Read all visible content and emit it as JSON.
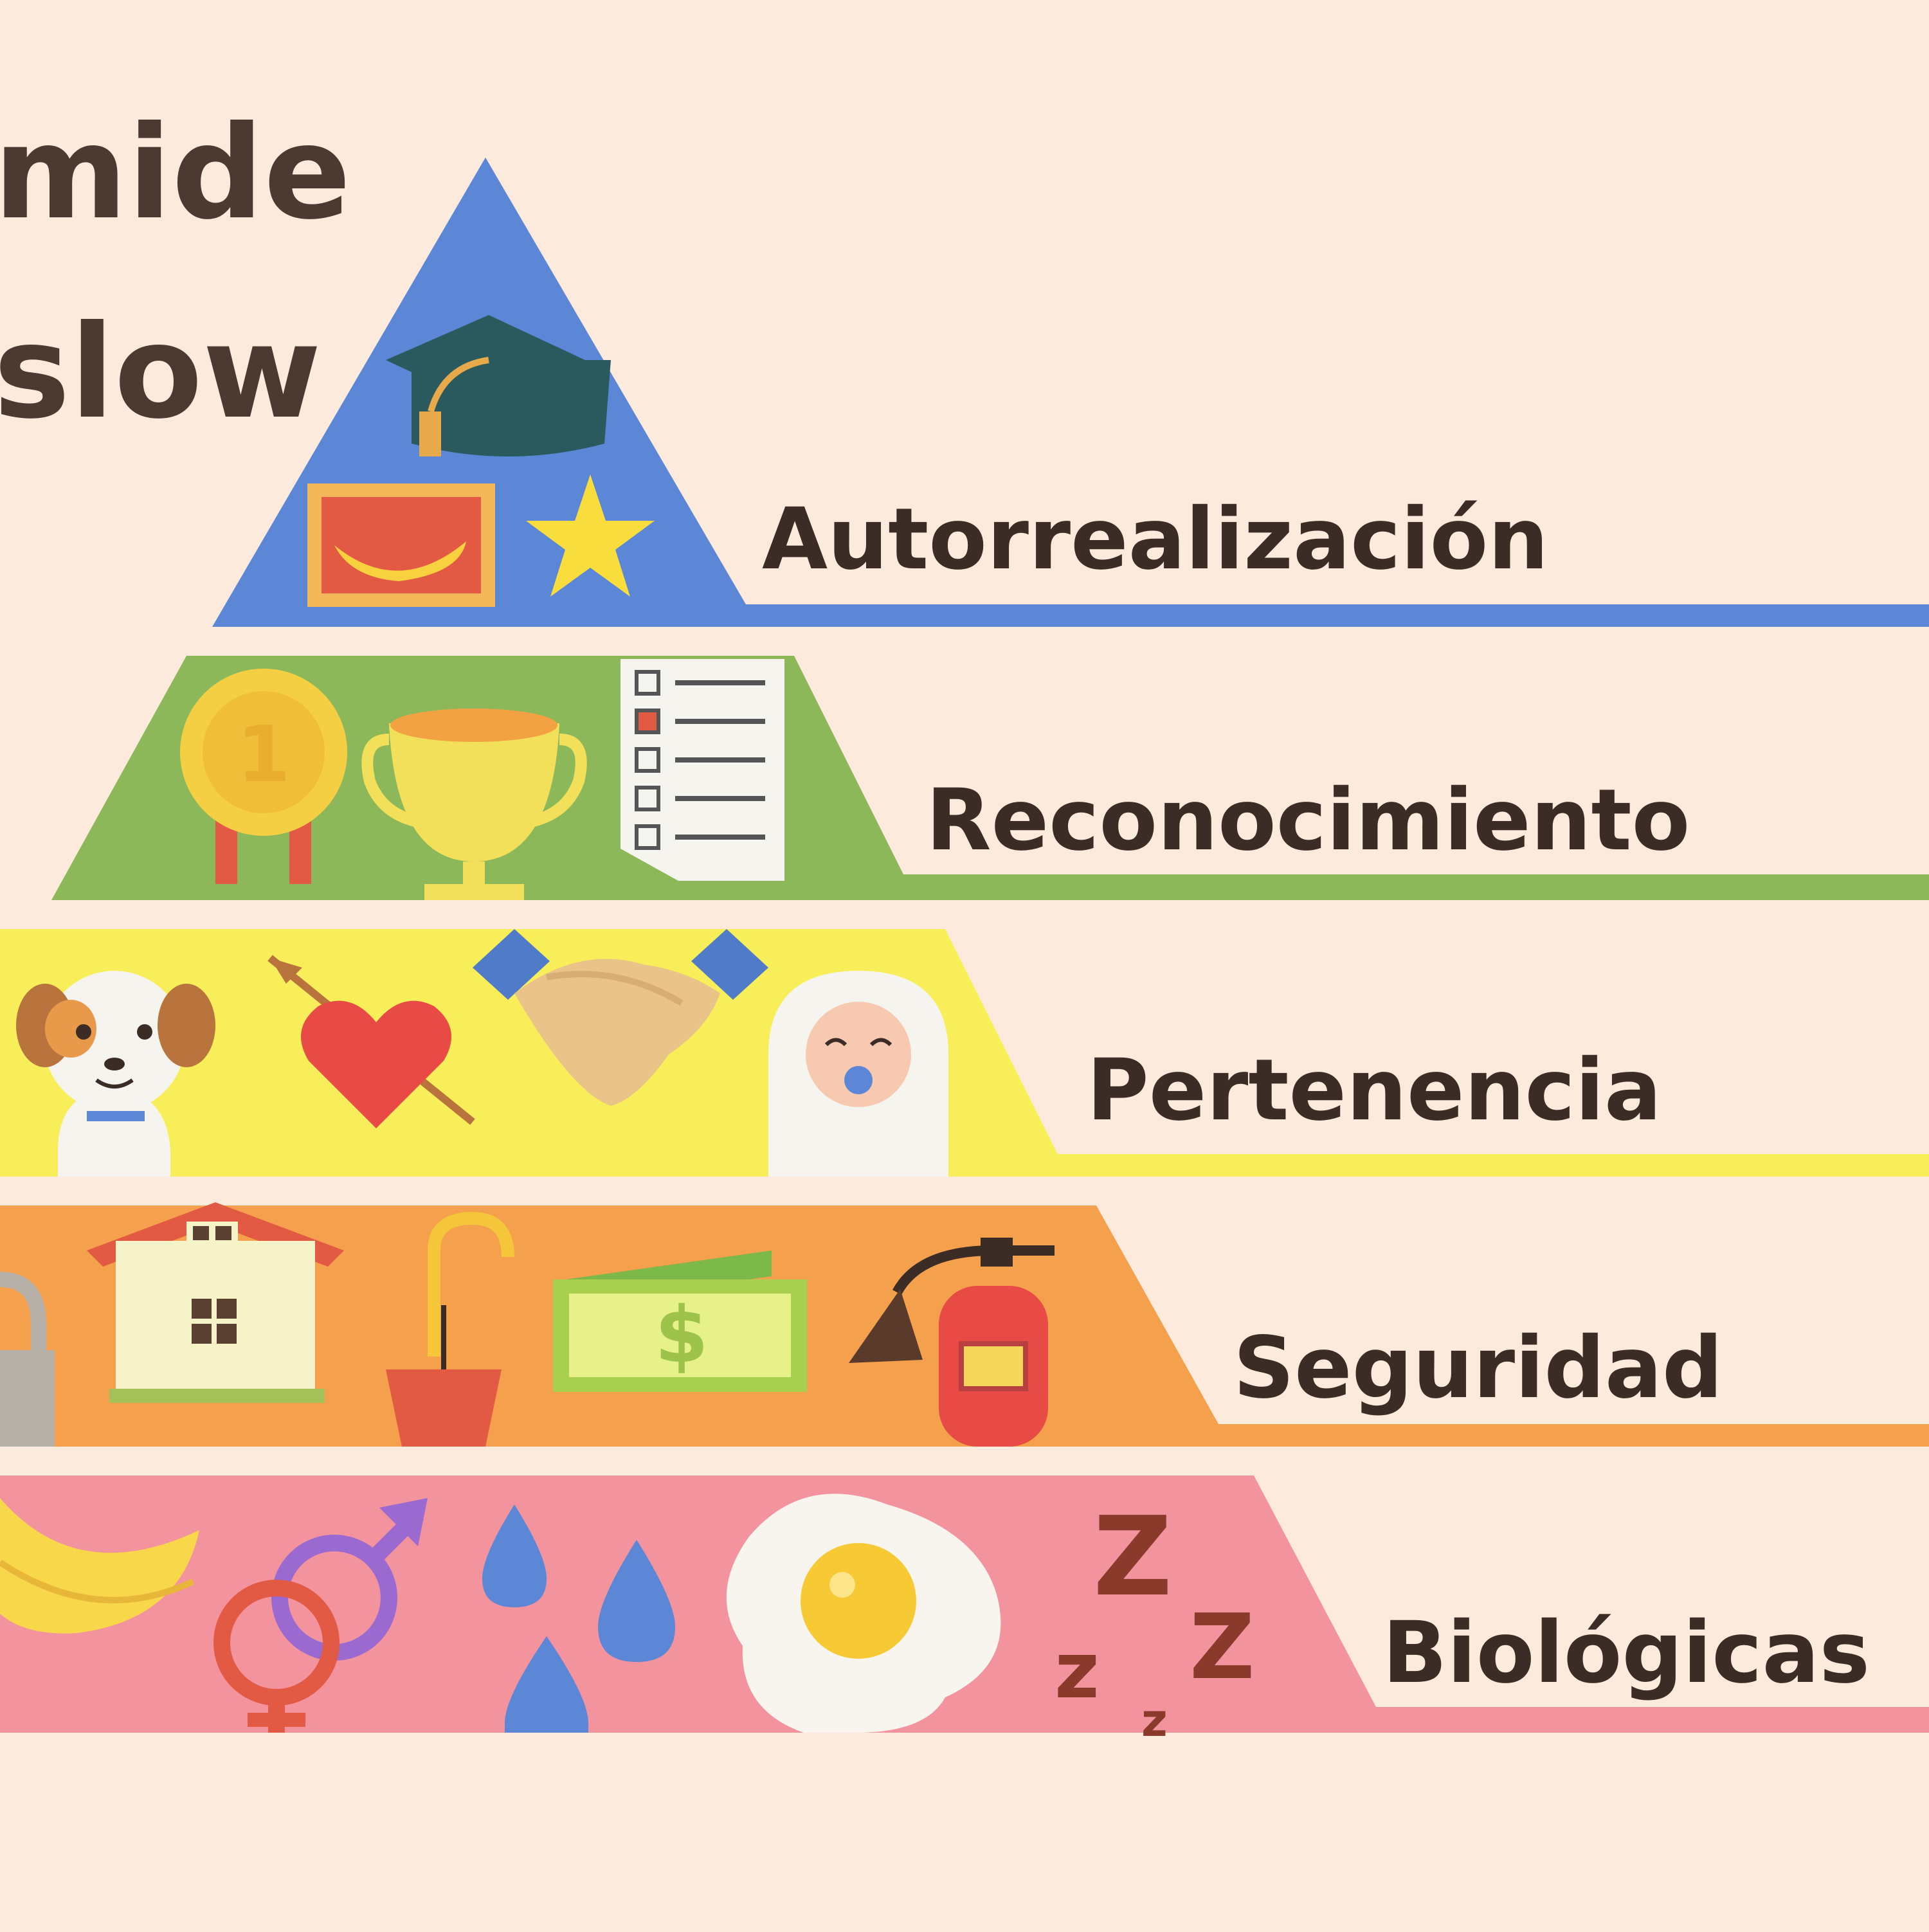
{
  "title": {
    "line1": "mide",
    "line2": "slow"
  },
  "colors": {
    "background": "#fcebdd",
    "text": "#3b2d25",
    "autorrealizacion": "#5b87d6",
    "reconocimiento": "#8db85a",
    "pertenencia": "#f8ee5a",
    "seguridad": "#f5a04c",
    "biologicas": "#f3939e"
  },
  "levels": [
    {
      "label": "Autorrealización",
      "icons": [
        "graduation-cap-icon",
        "banana-box-icon",
        "star-icon"
      ]
    },
    {
      "label": "Reconocimiento",
      "icons": [
        "medal-icon",
        "trophy-icon",
        "checklist-icon"
      ]
    },
    {
      "label": "Pertenencia",
      "icons": [
        "dog-icon",
        "heart-arrow-icon",
        "handshake-icon",
        "baby-icon"
      ]
    },
    {
      "label": "Seguridad",
      "icons": [
        "padlock-icon",
        "house-icon",
        "umbrella-icon",
        "banknote-icon",
        "fire-extinguisher-icon"
      ]
    },
    {
      "label": "Biológicas",
      "icons": [
        "banana-icon",
        "gender-symbols-icon",
        "water-drops-icon",
        "fried-egg-icon",
        "sleep-zzz-icon"
      ]
    }
  ],
  "banknote_symbol": "$",
  "medal_number": "1",
  "sleep_letters": [
    "Z",
    "Z",
    "z",
    "z"
  ]
}
